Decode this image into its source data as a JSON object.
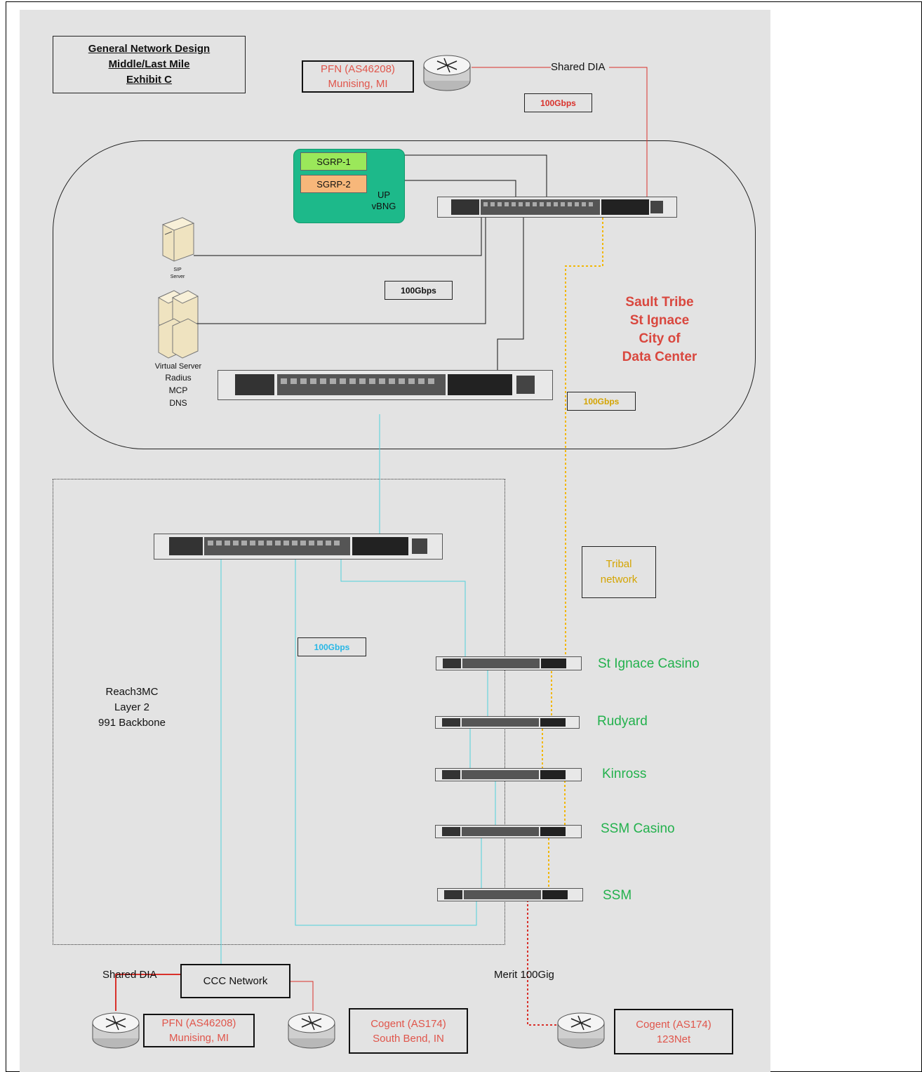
{
  "title": {
    "line1": "General Network Design",
    "line2": "Middle/Last Mile",
    "line3": "Exhibit C"
  },
  "top_isp": {
    "line1": "PFN (AS46208)",
    "line2": "Munising, MI"
  },
  "links": {
    "shared_dia_top": "Shared DIA",
    "shared_dia_bottom": "Shared DIA",
    "merit": "Merit 100Gig"
  },
  "speeds": {
    "top_red": "100Gbps",
    "datacenter": "100Gbps",
    "tribal": "100Gbps",
    "layer2": "100Gbps"
  },
  "vbng": {
    "sgrp1": "SGRP-1",
    "sgrp2": "SGRP-2",
    "up": "UP",
    "vbng": "vBNG"
  },
  "servers": {
    "sip_line1": "SIP",
    "sip_line2": "Server",
    "virtual_label": "Virtual Server",
    "radius": "Radius",
    "mcp": "MCP",
    "dns": "DNS"
  },
  "datacenter": {
    "line1": "Sault Tribe",
    "line2": "St Ignace",
    "line3": "City of",
    "line4": "Data Center"
  },
  "tribal_network": {
    "line1": "Tribal",
    "line2": "network"
  },
  "layer2": {
    "line1": "Reach3MC",
    "line2": "Layer 2",
    "line3": "991 Backbone"
  },
  "sites": [
    "St Ignace Casino",
    "Rudyard",
    "Kinross",
    "SSM Casino",
    "SSM"
  ],
  "bottom": {
    "ccc": "CCC Network",
    "pfn_line1": "PFN (AS46208)",
    "pfn_line2": "Munising, MI",
    "cogent_sb_line1": "Cogent (AS174)",
    "cogent_sb_line2": "South Bend, IN",
    "cogent_123_line1": "Cogent (AS174)",
    "cogent_123_line2": "123Net"
  },
  "colors": {
    "cyan": "#4fd2db",
    "yellow": "#f2b705",
    "red": "#d9312b",
    "green_site": "#23b14d",
    "isp_text": "#e0554b"
  },
  "icons": [
    "router-icon",
    "switch-icon",
    "server-icon"
  ]
}
